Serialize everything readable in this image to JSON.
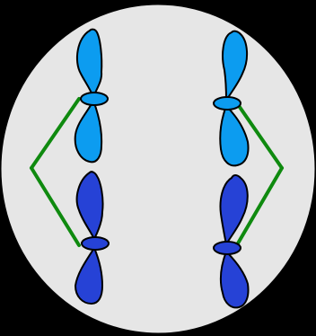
{
  "colors": {
    "background": "#000000",
    "cell_fill": "#e6e6e6",
    "cell_stroke": "#000000",
    "chromosome_light": "#0c9cf0",
    "chromosome_dark": "#2642d6",
    "outline": "#000000",
    "spindle": "#0f8a0f"
  },
  "figure": {
    "kind": "cell-division-illustration",
    "chromosome_count": 4,
    "spindle_fiber_count": 4
  }
}
